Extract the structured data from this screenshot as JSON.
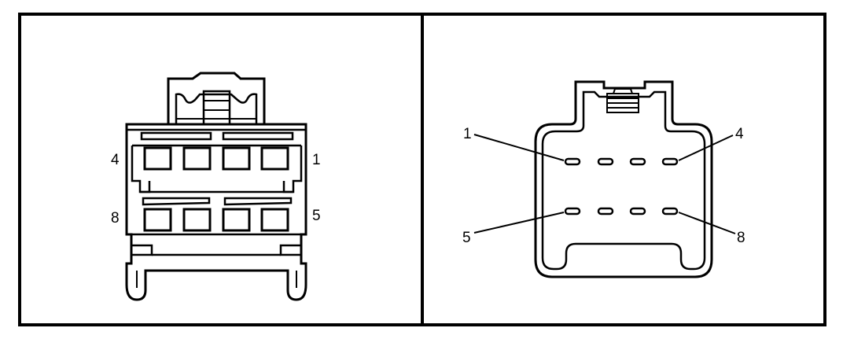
{
  "colors": {
    "line": "#000000",
    "background": "#ffffff"
  },
  "left_view": {
    "pin_labels": {
      "top_left": "4",
      "top_right": "1",
      "bottom_left": "8",
      "bottom_right": "5"
    }
  },
  "right_view": {
    "pin_labels": {
      "top_left": "1",
      "top_right": "4",
      "bottom_left": "5",
      "bottom_right": "8"
    }
  }
}
